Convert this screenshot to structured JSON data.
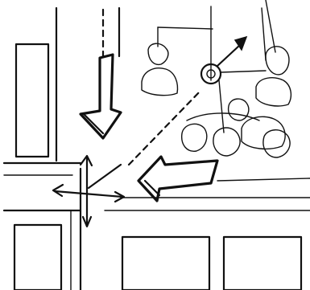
{
  "diagram": {
    "kind": "hand-drawn intersection sketch",
    "colors": {
      "ink": "#111111",
      "paper": "#ffffff"
    },
    "elements": [
      "building-block-top-left",
      "building-block-bottom-left",
      "building-block-bottom-middle",
      "building-block-bottom-right",
      "lane-arrow-down",
      "lane-arrow-left",
      "traffic-signal-arrows",
      "pedestrian-crowd",
      "pedestrian-circle-with-arrow"
    ]
  }
}
